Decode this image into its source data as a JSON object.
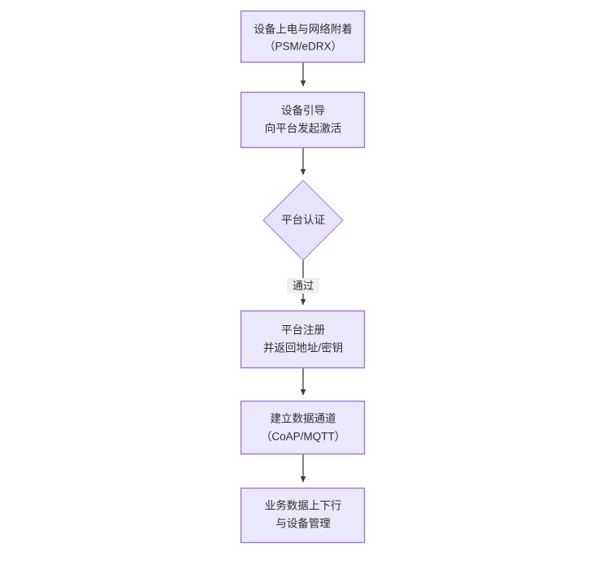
{
  "diagram": {
    "type": "flowchart",
    "orientation": "vertical-top-to-bottom",
    "background_color": "#ffffff",
    "node_fill_color": "#ebe8fb",
    "node_border_color": "#9a78cf",
    "edge_color": "#3d3d3d",
    "text_color": "#2f2f33",
    "nodes": [
      {
        "id": "n1",
        "shape": "rectangle",
        "line1": "设备上电与网络附着",
        "line2": "（PSM/eDRX）"
      },
      {
        "id": "n2",
        "shape": "rectangle",
        "line1": "设备引导",
        "line2": "向平台发起激活"
      },
      {
        "id": "n3",
        "shape": "diamond",
        "line1": "平台认证",
        "line2": ""
      },
      {
        "id": "n4",
        "shape": "rectangle",
        "line1": "平台注册",
        "line2": "并返回地址/密钥"
      },
      {
        "id": "n5",
        "shape": "rectangle",
        "line1": "建立数据通道",
        "line2": "（CoAP/MQTT）"
      },
      {
        "id": "n6",
        "shape": "rectangle",
        "line1": "业务数据上下行",
        "line2": "与设备管理"
      }
    ],
    "edges": [
      {
        "id": "e1",
        "from": "n1",
        "to": "n2",
        "label": ""
      },
      {
        "id": "e2",
        "from": "n2",
        "to": "n3",
        "label": ""
      },
      {
        "id": "e3",
        "from": "n3",
        "to": "n4",
        "label": "通过"
      },
      {
        "id": "e4",
        "from": "n4",
        "to": "n5",
        "label": ""
      },
      {
        "id": "e5",
        "from": "n5",
        "to": "n6",
        "label": ""
      }
    ]
  }
}
